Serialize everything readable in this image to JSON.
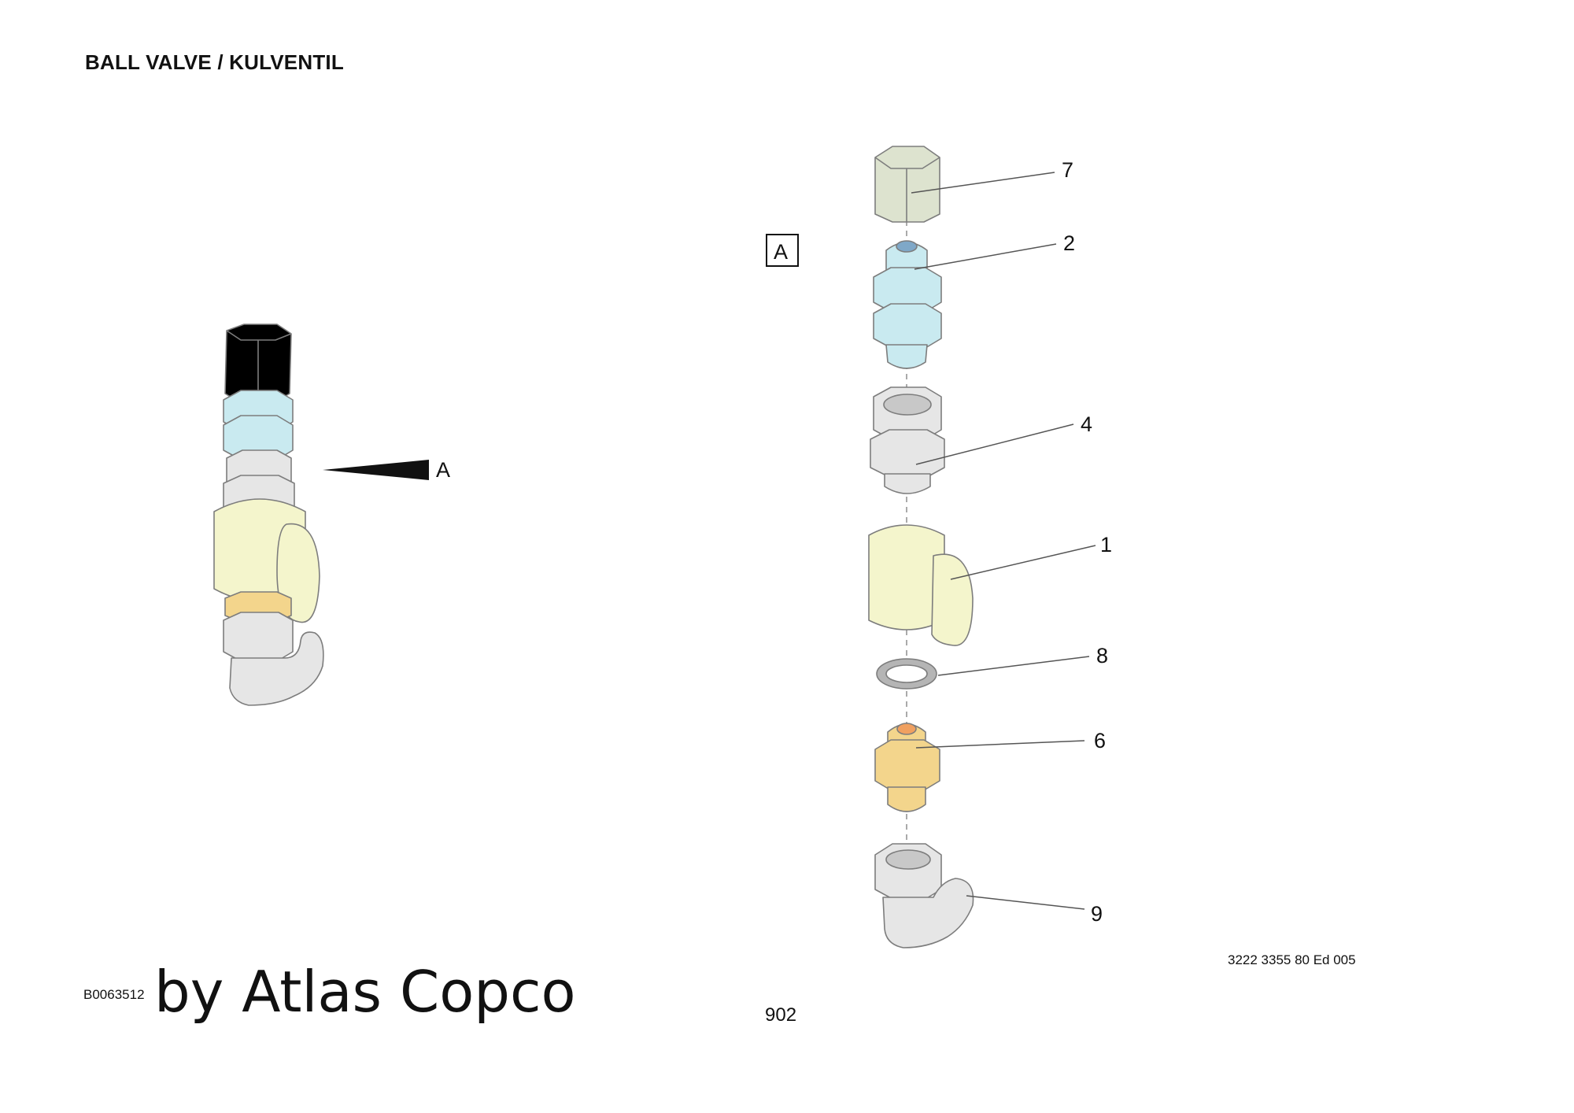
{
  "title": "BALL VALVE / KULVENTIL",
  "view_marker": "A",
  "view_box_label": "A",
  "callouts": [
    "7",
    "2",
    "4",
    "1",
    "8",
    "6",
    "9"
  ],
  "doc_id": "B0063512",
  "watermark": "by Atlas Copco",
  "page_number": "902",
  "edition": "3222 3355 80 Ed 005",
  "colors": {
    "cap": "#dde3cf",
    "nipple": "#c9eaf0",
    "steel": "#e6e6e6",
    "valve_body": "#f4f5cc",
    "brass": "#f3d58c",
    "bore_blue": "#7fa8c8",
    "bore_orange": "#f0a060"
  }
}
